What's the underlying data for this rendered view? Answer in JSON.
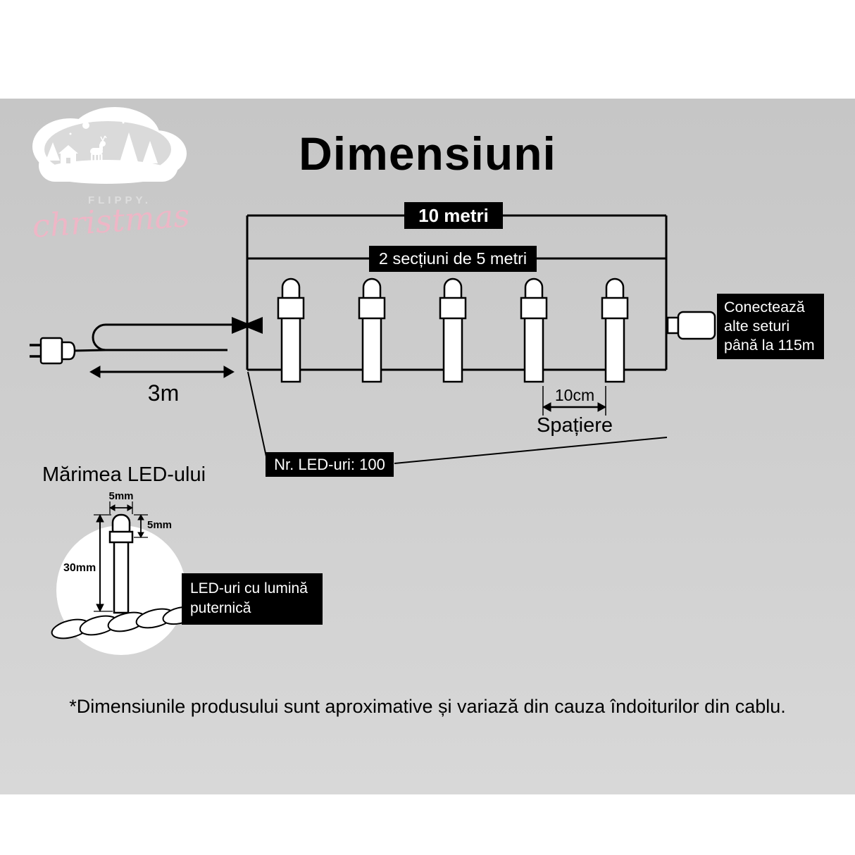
{
  "page": {
    "title": "Dimensiuni",
    "footnote": "*Dimensiunile produsului sunt aproximative și variază din cauza îndoiturilor din cablu.",
    "background_color": "#cdcdcd"
  },
  "logo": {
    "name_top": "FLIPPY.",
    "name_script": "christmas",
    "script_color": "#eeb6c6"
  },
  "diagram": {
    "total_length_label": "10 metri",
    "sections_label": "2 secțiuni de 5 metri",
    "lead_length_label": "3m",
    "spacing_value_label": "10cm",
    "spacing_caption": "Spațiere",
    "led_count_label": "Nr. LED-uri: 100",
    "extend_note": "Conectează alte seturi până la 115m",
    "bulb_count": 5,
    "label_box_bg": "#000000",
    "label_box_text_color": "#ffffff",
    "line_color": "#000000"
  },
  "led_detail": {
    "section_title": "Mărimea LED-ului",
    "bulb_width_label": "5mm",
    "bulb_height_label": "5mm",
    "bulb_length_label": "30mm",
    "callout": "LED-uri cu lumină puternică"
  }
}
